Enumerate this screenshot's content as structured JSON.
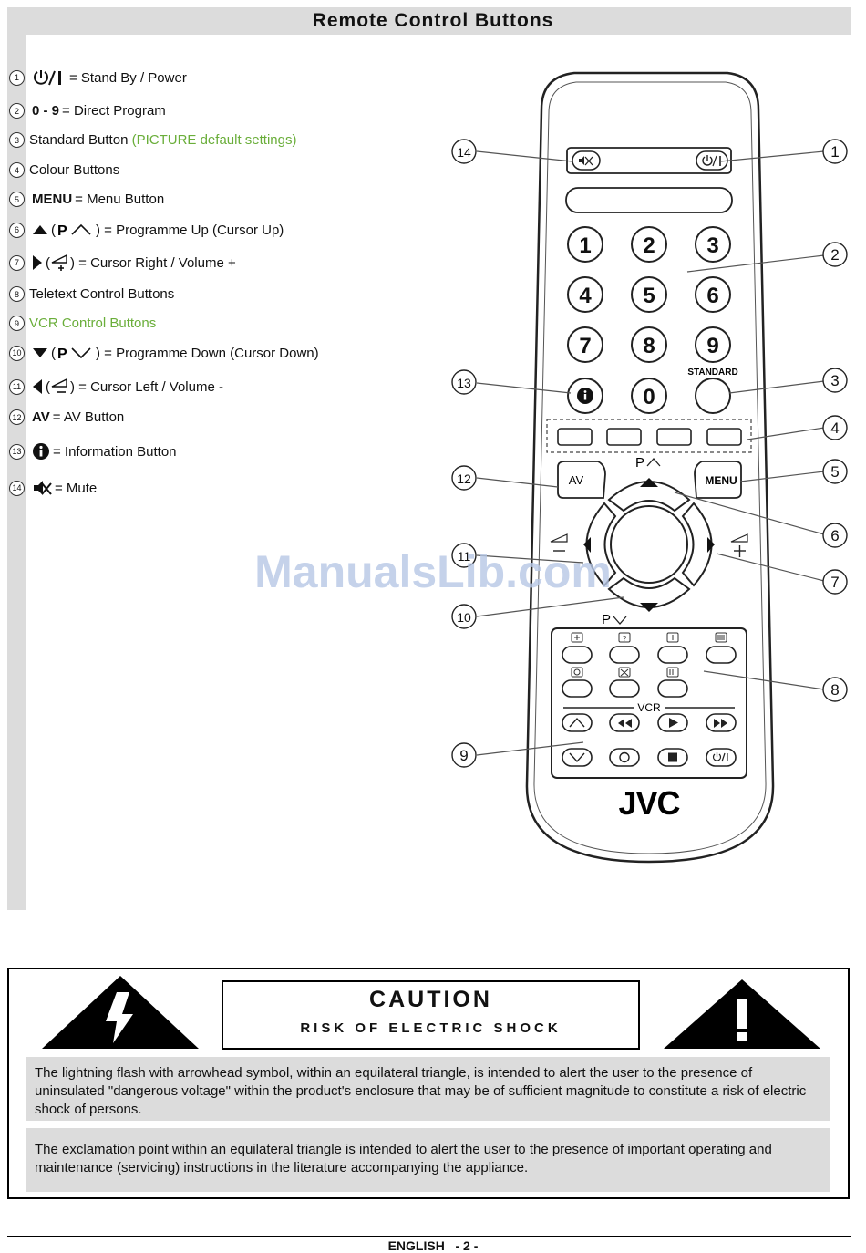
{
  "page_title": "Remote Control Buttons",
  "legend": [
    {
      "num": "1",
      "text": "= Stand By / Power"
    },
    {
      "num": "2",
      "key": "0 - 9",
      "text": "= Direct Program"
    },
    {
      "num": "3",
      "text": "Standard Button",
      "note": "(PICTURE default settings)"
    },
    {
      "num": "4",
      "text": "Colour Buttons"
    },
    {
      "num": "5",
      "key": "MENU",
      "text": "= Menu Button"
    },
    {
      "num": "6",
      "text": ") = Programme Up (Cursor Up)"
    },
    {
      "num": "7",
      "text": ") = Cursor Right / Volume +"
    },
    {
      "num": "8",
      "text": "Teletext Control Buttons"
    },
    {
      "num": "9",
      "text": "VCR Control Buttons"
    },
    {
      "num": "10",
      "text": ") = Programme Down (Cursor Down)"
    },
    {
      "num": "11",
      "text": ") = Cursor Left /  Volume -"
    },
    {
      "num": "12",
      "key": "AV",
      "text": "= AV Button"
    },
    {
      "num": "13",
      "text": "= Information Button"
    },
    {
      "num": "14",
      "text": "= Mute"
    }
  ],
  "remote": {
    "digits": [
      "1",
      "2",
      "3",
      "4",
      "5",
      "6",
      "7",
      "8",
      "9",
      "0"
    ],
    "standard_label": "STANDARD",
    "av_label": "AV",
    "menu_label": "MENU",
    "p_up_label": "P",
    "p_down_label": "P",
    "vcr_label": "VCR",
    "brand": "JVC",
    "callouts": [
      "1",
      "2",
      "3",
      "4",
      "5",
      "6",
      "7",
      "8",
      "9",
      "10",
      "11",
      "12",
      "13",
      "14"
    ]
  },
  "watermark": "ManualsLib.com",
  "caution": {
    "title": "CAUTION",
    "subtitle": "RISK OF ELECTRIC SHOCK",
    "note_lightning": "The lightning flash with arrowhead symbol, within an equilateral triangle, is intended to alert the user to the presence of uninsulated \"dangerous voltage\" within the product's enclosure that may be of sufficient magnitude to constitute a risk of electric shock of persons.",
    "note_exclamation": "The exclamation point within an equilateral triangle is intended to alert the user to the presence of important operating and maintenance (servicing) instructions in the literature accompanying the appliance."
  },
  "footer": "ENGLISH   - 2 -"
}
